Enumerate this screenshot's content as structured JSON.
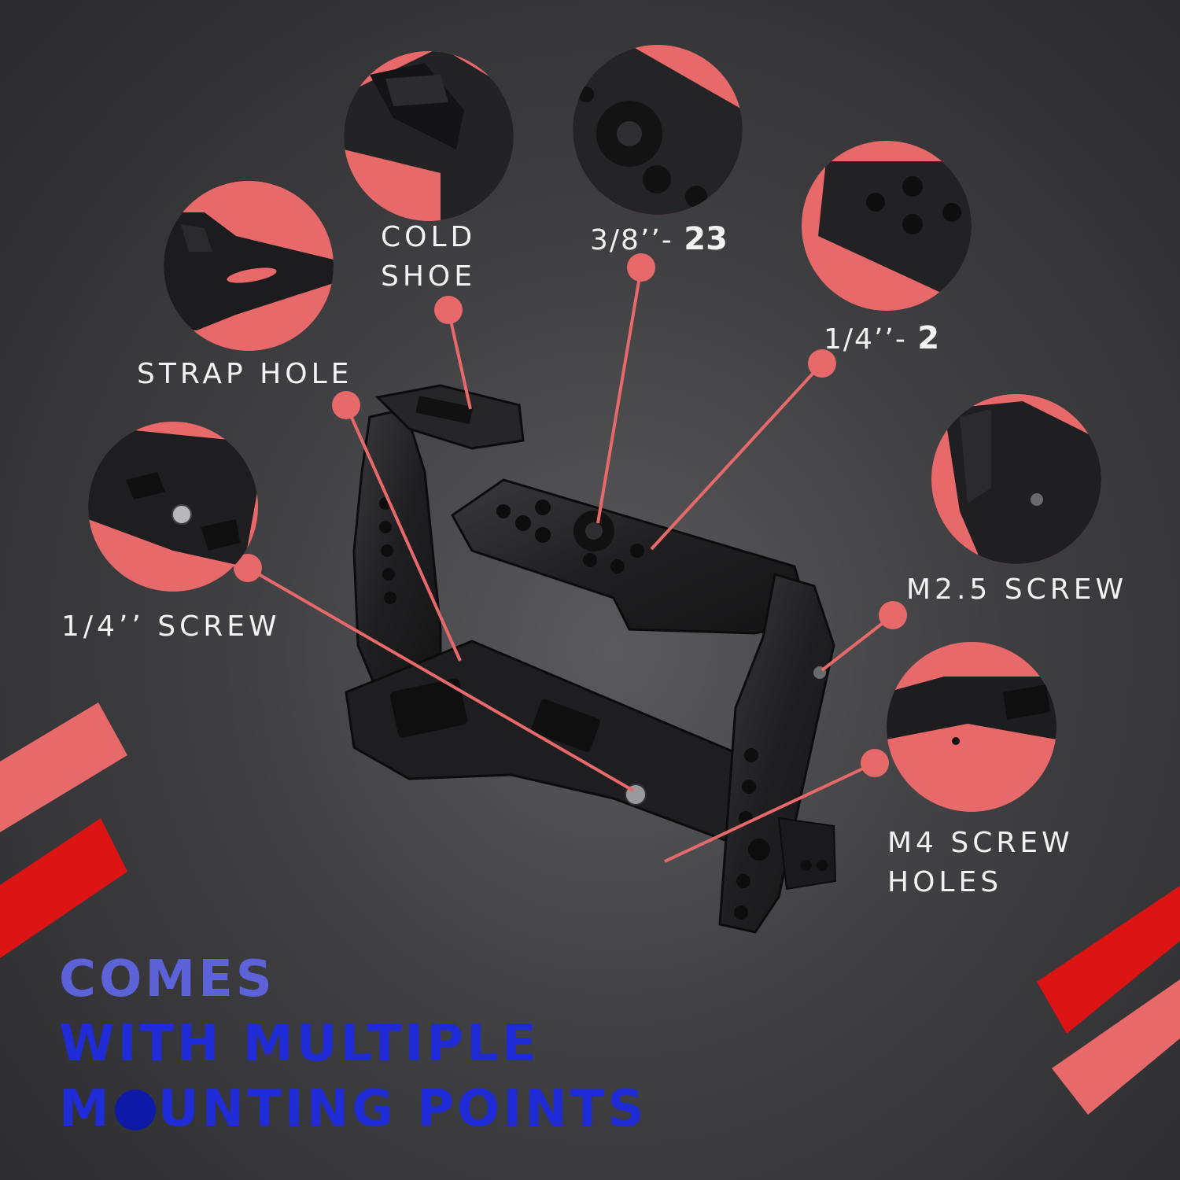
{
  "labels": {
    "cold_shoe": [
      "COLD",
      "SHOE"
    ],
    "thread_38": {
      "text": "3/8’’- ",
      "bold": "23"
    },
    "thread_14": {
      "text": "1/4’’- ",
      "bold": "2"
    },
    "strap_hole": "STRAP HOLE",
    "screw_14": "1/4’’ SCREW",
    "m25_screw": "M2.5 SCREW",
    "m4_holes": [
      "M4 SCREW",
      "HOLES"
    ]
  },
  "headline": {
    "line1": "COMES",
    "line2": "WITH MULTIPLE",
    "line3_before": "M",
    "line3_after": "UNTING POINTS"
  },
  "colors": {
    "accent_salmon": "#e8696a",
    "accent_red": "#dc1414",
    "headline_light": "#5c63d9",
    "headline_dark": "#1e2bd6",
    "background": "#3f3f42"
  },
  "icons": [
    "camera-cage-illustration"
  ]
}
